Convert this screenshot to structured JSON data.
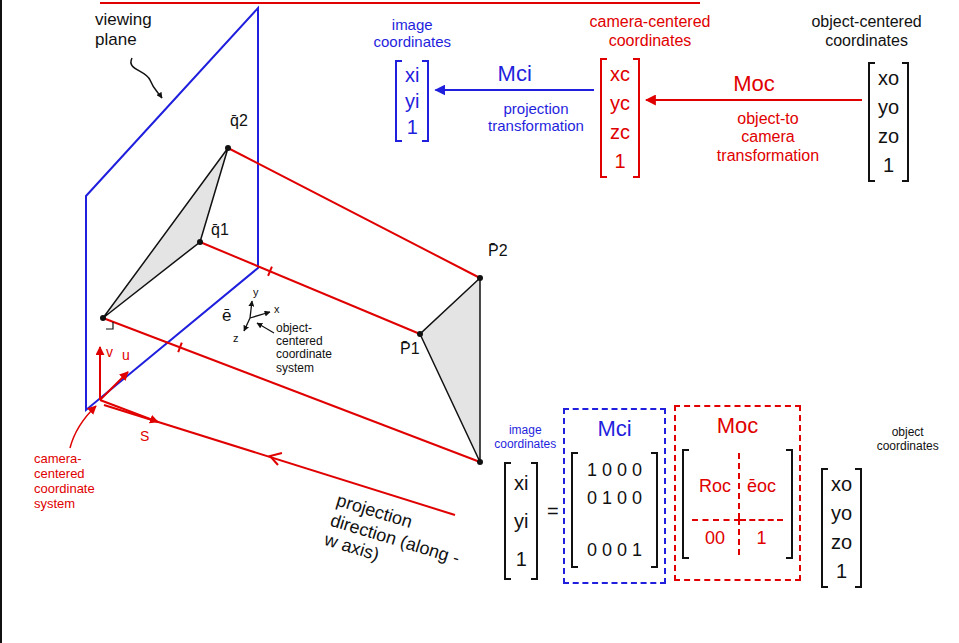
{
  "diagram": {
    "nodes": [
      {
        "text": [
          "image coordinates",
          "xi",
          "yi",
          "1"
        ]
      },
      {
        "text": [
          "camera-centered coordinates",
          "xc",
          "yc",
          "zc",
          "1"
        ]
      },
      {
        "text": [
          "object-centered coordinates",
          "xo",
          "yo",
          "zo",
          "1"
        ]
      },
      {
        "text": [
          "image coordinates",
          "xi",
          "yi",
          "1"
        ]
      },
      {
        "text": [
          "Mci",
          "1 0 0 0",
          "0 1 0 0",
          "0 0 0 1"
        ]
      },
      {
        "text": [
          "Moc",
          "Roc",
          "ēoc",
          "00",
          "1"
        ]
      },
      {
        "text": [
          "object coordinates",
          "xo",
          "yo",
          "zo",
          "1"
        ]
      }
    ],
    "edges": [
      {
        "from": 1,
        "to": 0,
        "arrow": "to",
        "label": "Mci"
      },
      {
        "from": 2,
        "to": 1,
        "arrow": "to",
        "label": "Moc"
      }
    ],
    "labels": [
      "viewing plane",
      "q̄2",
      "q̄1",
      "P̄2",
      "P̄1",
      "ē",
      "y",
      "x",
      "z",
      "object-centered coordinate system",
      "v",
      "u",
      "S",
      "camera-centered coordinate system",
      "projection direction (along -w axis)",
      "projection transformation",
      "object-to camera transformation",
      "="
    ]
  }
}
